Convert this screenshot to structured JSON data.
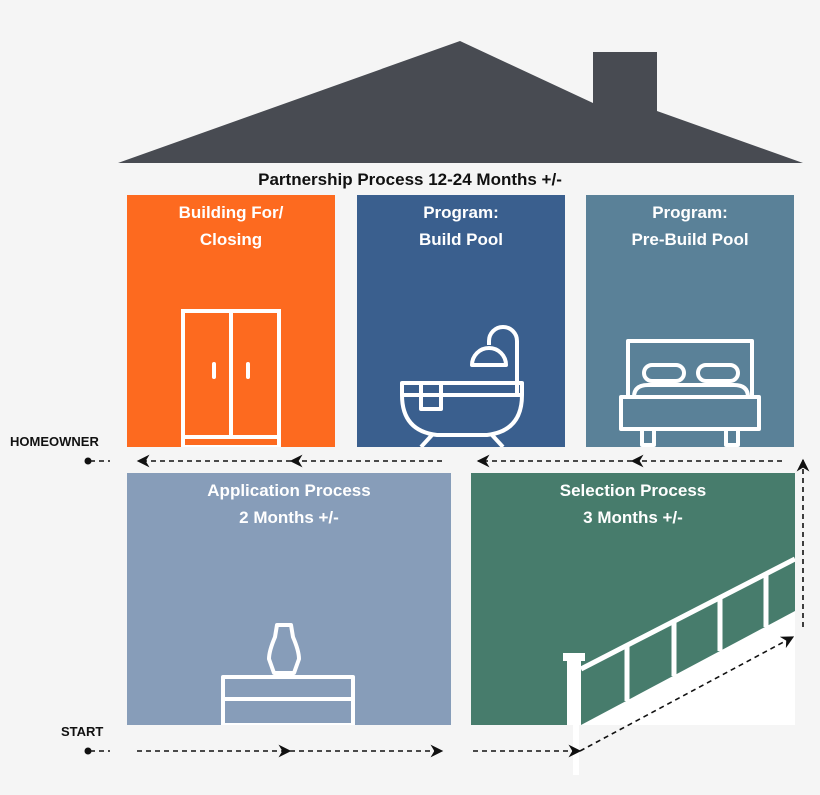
{
  "header": {
    "title": "Partnership Process 12-24 Months +/-"
  },
  "markers": {
    "homeowner": "HOMEOWNER",
    "start": "START"
  },
  "rooms": [
    {
      "id": "building-closing",
      "title": "Building For/\nClosing",
      "color": "#fd6a1f",
      "icon": "wardrobe-icon"
    },
    {
      "id": "build-pool",
      "title": "Program:\nBuild Pool",
      "color": "#3a5f8e",
      "icon": "bathtub-icon"
    },
    {
      "id": "pre-build-pool",
      "title": "Program:\nPre-Build Pool",
      "color": "#5a8198",
      "icon": "bed-icon"
    },
    {
      "id": "application",
      "title": "Application Process\n2 Months +/-",
      "color": "#879db9",
      "icon": "nightstand-lamp-icon"
    },
    {
      "id": "selection",
      "title": "Selection Process\n3 Months +/-",
      "color": "#477c6c",
      "icon": "staircase-railing-icon"
    }
  ],
  "colors": {
    "roof": "#484b52",
    "background": "#f5f5f5",
    "arrow": "#111111",
    "icon_stroke": "#ffffff"
  }
}
